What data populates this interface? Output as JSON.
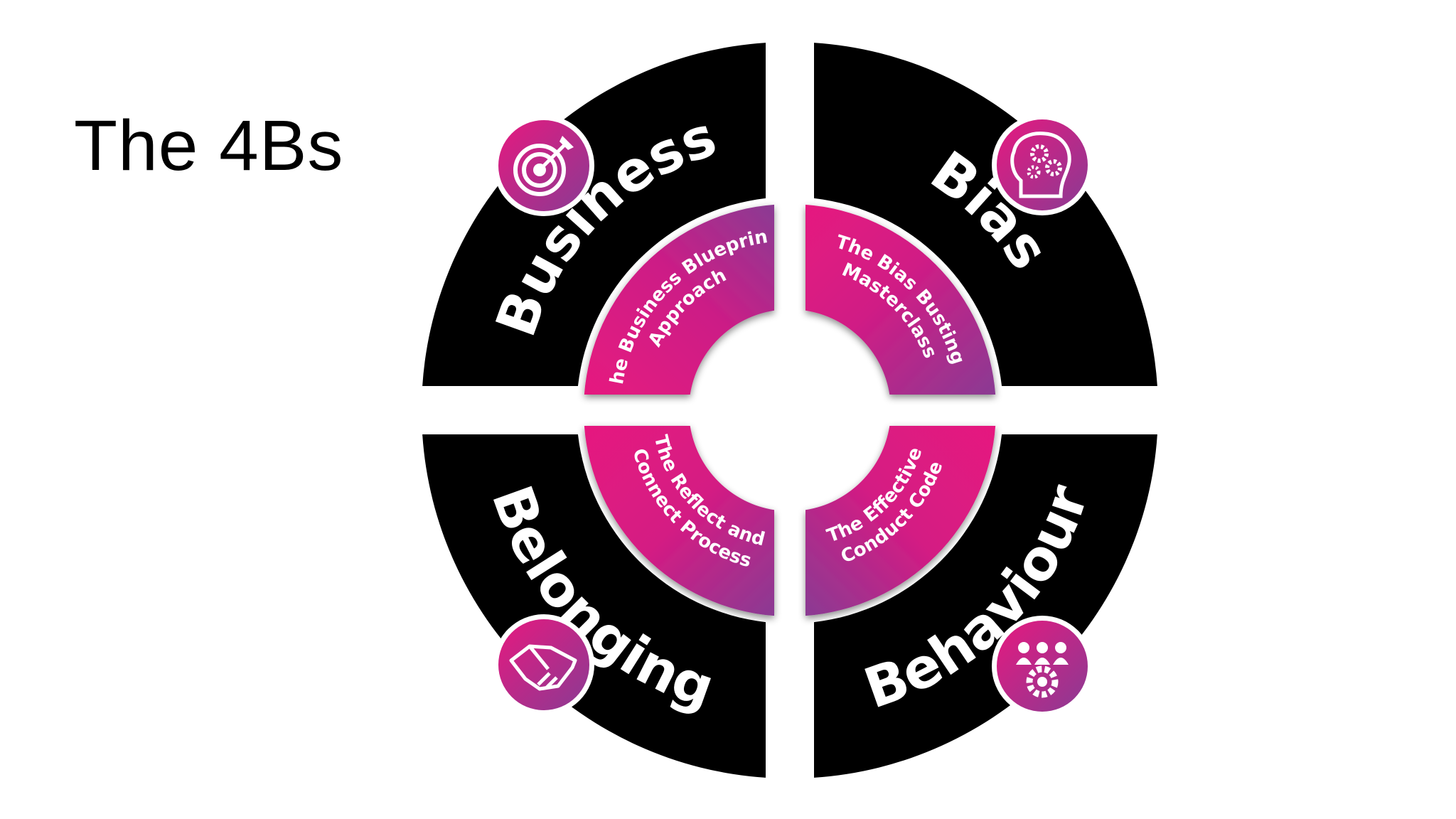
{
  "title": "The 4Bs",
  "colors": {
    "ring": "#000000",
    "magenta": "#e6197f",
    "purple": "#8a3b93",
    "text": "#ffffff",
    "background": "#ffffff"
  },
  "quadrants": [
    {
      "name": "Business",
      "inner_lines": [
        "The Business Blueprint",
        "Approach"
      ],
      "icon": "target-icon"
    },
    {
      "name": "Bias",
      "inner_lines": [
        "The Bias Busting",
        "Masterclass"
      ],
      "icon": "head-gears-icon"
    },
    {
      "name": "Belonging",
      "inner_lines": [
        "The Reflect and",
        "Connect Process"
      ],
      "icon": "handshake-icon"
    },
    {
      "name": "Behaviour",
      "inner_lines": [
        "The Effective",
        "Conduct Code"
      ],
      "icon": "team-gear-icon"
    }
  ]
}
